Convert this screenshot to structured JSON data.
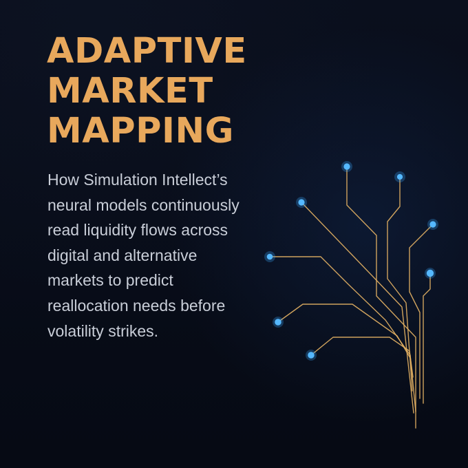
{
  "title": {
    "lines": [
      "ADAPTIVE",
      "MARKET",
      "MAPPING"
    ]
  },
  "description": {
    "lines": [
      "How Simulation Intellect’s",
      "neural models continuously",
      "read liquidity flows across",
      "digital and alternative",
      "markets to predict",
      "reallocation needs before",
      "volatility strikes."
    ]
  },
  "colors": {
    "background": "#070b16",
    "title": "#e8a85c",
    "body_text": "#c9ced8",
    "lines": "#e2b063",
    "nodes": "#55b8ff"
  },
  "graphic": {
    "description_icon": "neural-network-tree-icon"
  }
}
